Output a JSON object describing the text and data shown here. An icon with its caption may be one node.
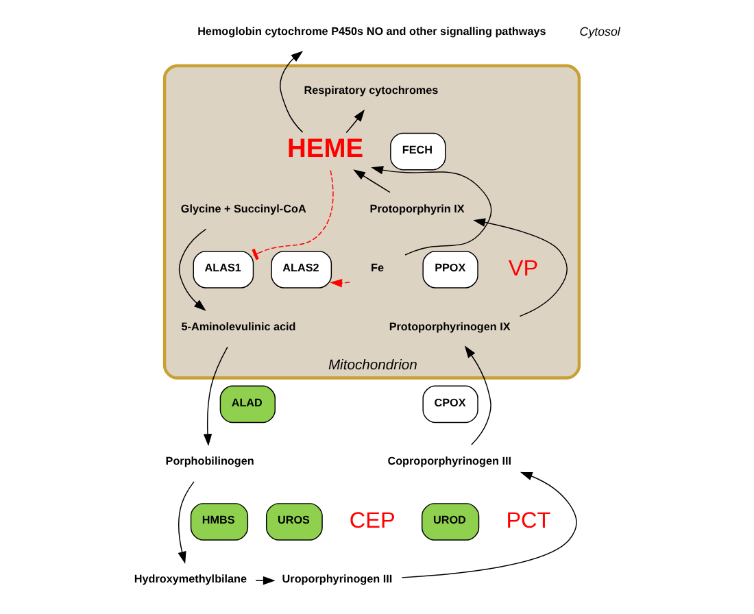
{
  "diagram": {
    "nodes": [
      {
        "text": [
          "Mitochondrion"
        ]
      },
      {
        "text": [
          "Hemoglobin cytochrome P450s NO and other signalling pathways"
        ]
      },
      {
        "text": [
          "Respiratory cytochromes"
        ],
        "in": 0
      },
      {
        "text": [
          "HEME"
        ],
        "in": 0
      },
      {
        "text": [
          "FECH"
        ],
        "in": 0
      },
      {
        "text": [
          "Glycine + Succinyl-CoA"
        ],
        "in": 0
      },
      {
        "text": [
          "Protoporphyrin IX"
        ],
        "in": 0
      },
      {
        "text": [
          "ALAS1"
        ],
        "in": 0
      },
      {
        "text": [
          "ALAS2"
        ],
        "in": 0
      },
      {
        "text": [
          "Fe"
        ],
        "in": 0
      },
      {
        "text": [
          "PPOX"
        ],
        "in": 0
      },
      {
        "text": [
          "5-Aminolevulinic acid"
        ],
        "in": 0
      },
      {
        "text": [
          "Protoporphyrinogen IX"
        ],
        "in": 0
      },
      {
        "text": [
          "CPOX"
        ]
      },
      {
        "text": [
          "ALAD"
        ]
      },
      {
        "text": [
          "Porphobilinogen"
        ]
      },
      {
        "text": [
          "Coproporphyrinogen III"
        ]
      },
      {
        "text": [
          "HMBS"
        ]
      },
      {
        "text": [
          "UROS"
        ]
      },
      {
        "text": [
          "UROD"
        ]
      },
      {
        "text": [
          "Hydroxymethylbilane"
        ]
      },
      {
        "text": [
          "Uroporphyrinogen III"
        ]
      }
    ],
    "edges": [
      {
        "from": 3,
        "to": 1,
        "arrow": "to"
      },
      {
        "from": 3,
        "to": 2,
        "arrow": "to"
      },
      {
        "from": 6,
        "to": 3,
        "arrow": "to"
      },
      {
        "from": 9,
        "to": 3,
        "arrow": "to"
      },
      {
        "from": 3,
        "to": 7,
        "arrow": "other",
        "style": "dashed",
        "color": "#ff0000"
      },
      {
        "from": 9,
        "to": 8,
        "arrow": "to",
        "style": "dashed",
        "color": "#ff0000"
      },
      {
        "from": 5,
        "to": 11,
        "arrow": "to"
      },
      {
        "from": 11,
        "to": 15,
        "arrow": "to"
      },
      {
        "from": 15,
        "to": 20,
        "arrow": "to"
      },
      {
        "from": 20,
        "to": 21,
        "arrow": "to"
      },
      {
        "from": 21,
        "to": 16,
        "arrow": "to"
      },
      {
        "from": 16,
        "to": 12,
        "arrow": "to"
      },
      {
        "from": 12,
        "to": 6,
        "arrow": "to"
      }
    ],
    "labels": [
      "Cytosol",
      "VP",
      "CEP",
      "PCT"
    ]
  }
}
